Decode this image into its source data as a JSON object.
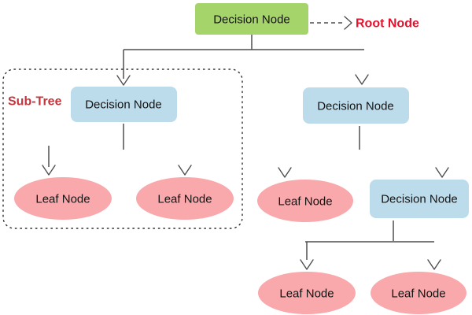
{
  "diagram": {
    "type": "decision-tree",
    "annotations": {
      "root_label": "Root Node",
      "subtree_label": "Sub-Tree"
    },
    "nodes": {
      "root": {
        "label": "Decision Node"
      },
      "subtree_decision": {
        "label": "Decision Node"
      },
      "subtree_leaf_left": {
        "label": "Leaf Node"
      },
      "subtree_leaf_right": {
        "label": "Leaf Node"
      },
      "right_decision": {
        "label": "Decision Node"
      },
      "right_leaf": {
        "label": "Leaf Node"
      },
      "right_sub_decision": {
        "label": "Decision Node"
      },
      "bottom_leaf_left": {
        "label": "Leaf Node"
      },
      "bottom_leaf_right": {
        "label": "Leaf Node"
      }
    },
    "colors": {
      "root_fill": "#a5d46a",
      "decision_fill": "#bcdceb",
      "leaf_fill": "#f9a8ab",
      "root_annotation": "#e8112d",
      "subtree_annotation": "#c2373e",
      "line": "#4f4f4f"
    }
  }
}
